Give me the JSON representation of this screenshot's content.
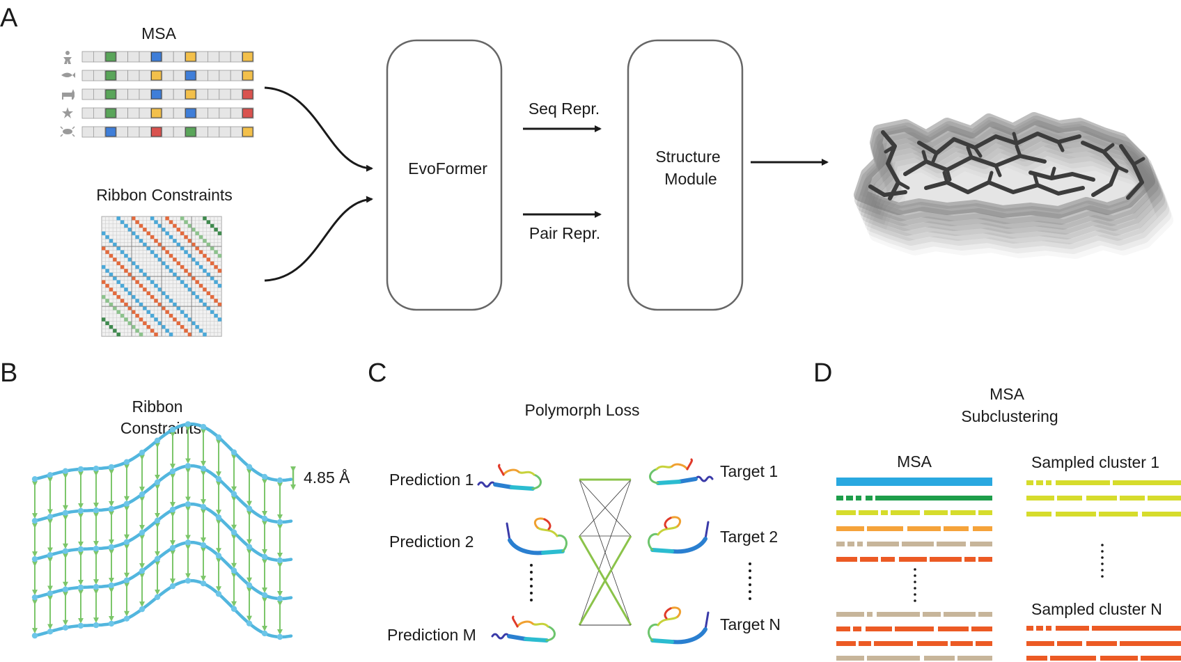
{
  "panels": {
    "a": "A",
    "b": "B",
    "c": "C",
    "d": "D"
  },
  "panel_a": {
    "msa_title": "MSA",
    "ribbon_title": "Ribbon Constraints",
    "evoformer": "EvoFormer",
    "seq_repr": "Seq Repr.",
    "pair_repr": "Pair Repr.",
    "structure_line1": "Structure",
    "structure_line2": "Module",
    "species_icons": [
      "human-icon",
      "fish-icon",
      "cat-icon",
      "starfish-icon",
      "bacterium-icon"
    ],
    "msa_rows": [
      [
        {
          "col": 2,
          "color": "#5aa55a"
        },
        {
          "col": 6,
          "color": "#3f7ed8"
        },
        {
          "col": 9,
          "color": "#f3c04b"
        },
        {
          "col": 14,
          "color": "#f3c04b"
        }
      ],
      [
        {
          "col": 2,
          "color": "#5aa55a"
        },
        {
          "col": 6,
          "color": "#f3c04b"
        },
        {
          "col": 9,
          "color": "#3f7ed8"
        },
        {
          "col": 14,
          "color": "#f3c04b"
        }
      ],
      [
        {
          "col": 2,
          "color": "#5aa55a"
        },
        {
          "col": 6,
          "color": "#3f7ed8"
        },
        {
          "col": 9,
          "color": "#f3c04b"
        },
        {
          "col": 14,
          "color": "#d9534f"
        }
      ],
      [
        {
          "col": 2,
          "color": "#5aa55a"
        },
        {
          "col": 6,
          "color": "#f3c04b"
        },
        {
          "col": 9,
          "color": "#3f7ed8"
        },
        {
          "col": 14,
          "color": "#d9534f"
        }
      ],
      [
        {
          "col": 2,
          "color": "#3f7ed8"
        },
        {
          "col": 6,
          "color": "#d9534f"
        },
        {
          "col": 9,
          "color": "#5aa55a"
        },
        {
          "col": 14,
          "color": "#f3c04b"
        }
      ]
    ]
  },
  "panel_b": {
    "title_line1": "Ribbon",
    "title_line2": "Constraints",
    "spacing": "4.85 Å",
    "colors": {
      "strand": "#52b6de",
      "node": "#6cc5e8",
      "arrow": "#7cc66a"
    }
  },
  "panel_c": {
    "title": "Polymorph Loss",
    "predictions": [
      "Prediction 1",
      "Prediction 2",
      "Prediction M"
    ],
    "targets": [
      "Target 1",
      "Target 2",
      "Target N"
    ],
    "colors": {
      "match": "#8bc34a",
      "other": "#333333"
    }
  },
  "panel_d": {
    "title_line1": "MSA",
    "title_line2": "Subclustering",
    "msa_label": "MSA",
    "cluster1": "Sampled cluster 1",
    "clusterN": "Sampled cluster N",
    "colors": {
      "blue": "#29a8e0",
      "green": "#1e9e4a",
      "yellow": "#d6dc2c",
      "orange": "#f5a33a",
      "tan": "#c7b59a",
      "red": "#ec5a24"
    }
  }
}
